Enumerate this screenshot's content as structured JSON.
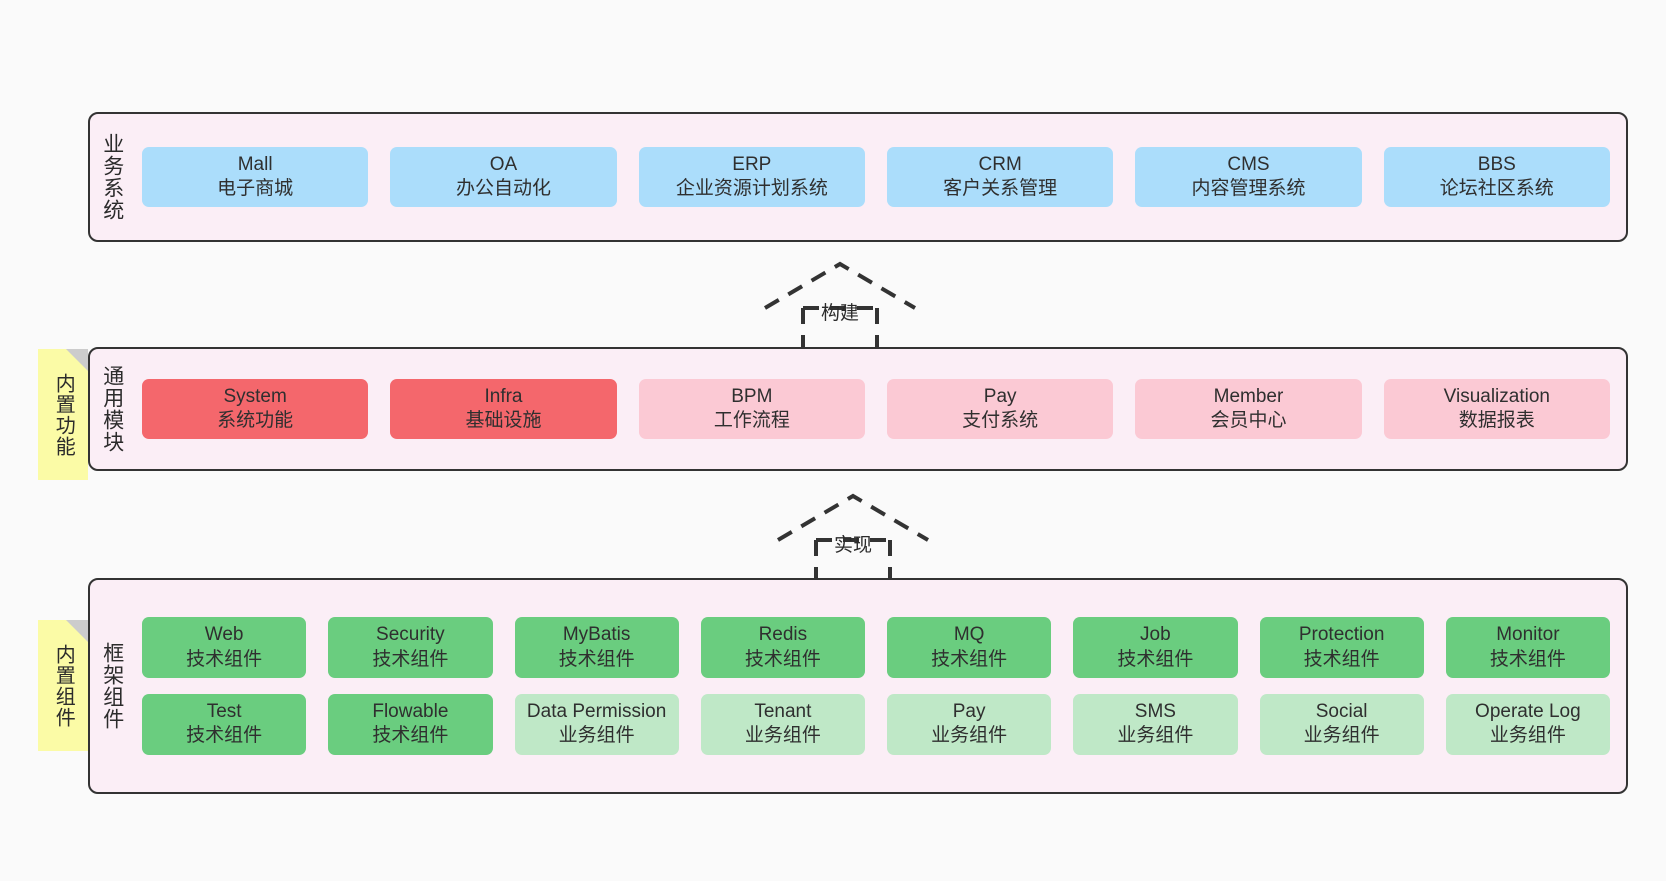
{
  "diagram": {
    "background": "#fafafa",
    "band_fill": "#fbeef6",
    "band_stroke": "#333333",
    "note_fill": "#fbfba6"
  },
  "layers": [
    {
      "id": "business",
      "title": "业务系统",
      "note": null,
      "rows": [
        {
          "color": "#abddfb",
          "items": [
            {
              "name": "Mall",
              "desc": "电子商城"
            },
            {
              "name": "OA",
              "desc": "办公自动化"
            },
            {
              "name": "ERP",
              "desc": "企业资源计划系统"
            },
            {
              "name": "CRM",
              "desc": "客户关系管理"
            },
            {
              "name": "CMS",
              "desc": "内容管理系统"
            },
            {
              "name": "BBS",
              "desc": "论坛社区系统"
            }
          ]
        }
      ]
    },
    {
      "id": "common-modules",
      "title": "通用模块",
      "note": "内置功能",
      "rows": [
        {
          "items": [
            {
              "name": "System",
              "desc": "系统功能",
              "color": "#f4676c"
            },
            {
              "name": "Infra",
              "desc": "基础设施",
              "color": "#f4676c"
            },
            {
              "name": "BPM",
              "desc": "工作流程",
              "color": "#fbc9d4"
            },
            {
              "name": "Pay",
              "desc": "支付系统",
              "color": "#fbc9d4"
            },
            {
              "name": "Member",
              "desc": "会员中心",
              "color": "#fbc9d4"
            },
            {
              "name": "Visualization",
              "desc": "数据报表",
              "color": "#fbc9d4"
            }
          ]
        }
      ]
    },
    {
      "id": "framework-components",
      "title": "框架组件",
      "note": "内置组件",
      "rows": [
        {
          "items": [
            {
              "name": "Web",
              "desc": "技术组件",
              "color": "#6acd7f"
            },
            {
              "name": "Security",
              "desc": "技术组件",
              "color": "#6acd7f"
            },
            {
              "name": "MyBatis",
              "desc": "技术组件",
              "color": "#6acd7f"
            },
            {
              "name": "Redis",
              "desc": "技术组件",
              "color": "#6acd7f"
            },
            {
              "name": "MQ",
              "desc": "技术组件",
              "color": "#6acd7f"
            },
            {
              "name": "Job",
              "desc": "技术组件",
              "color": "#6acd7f"
            },
            {
              "name": "Protection",
              "desc": "技术组件",
              "color": "#6acd7f"
            },
            {
              "name": "Monitor",
              "desc": "技术组件",
              "color": "#6acd7f"
            }
          ]
        },
        {
          "items": [
            {
              "name": "Test",
              "desc": "技术组件",
              "color": "#6acd7f"
            },
            {
              "name": "Flowable",
              "desc": "技术组件",
              "color": "#6acd7f"
            },
            {
              "name": "Data Permission",
              "desc": "业务组件",
              "color": "#bfe8c7"
            },
            {
              "name": "Tenant",
              "desc": "业务组件",
              "color": "#bfe8c7"
            },
            {
              "name": "Pay",
              "desc": "业务组件",
              "color": "#bfe8c7"
            },
            {
              "name": "SMS",
              "desc": "业务组件",
              "color": "#bfe8c7"
            },
            {
              "name": "Social",
              "desc": "业务组件",
              "color": "#bfe8c7"
            },
            {
              "name": "Operate Log",
              "desc": "业务组件",
              "color": "#bfe8c7"
            }
          ]
        }
      ]
    }
  ],
  "connectors": [
    {
      "id": "build",
      "label": "构建",
      "style": "dashed-generalization-up"
    },
    {
      "id": "implement",
      "label": "实现",
      "style": "dashed-generalization-up"
    }
  ]
}
